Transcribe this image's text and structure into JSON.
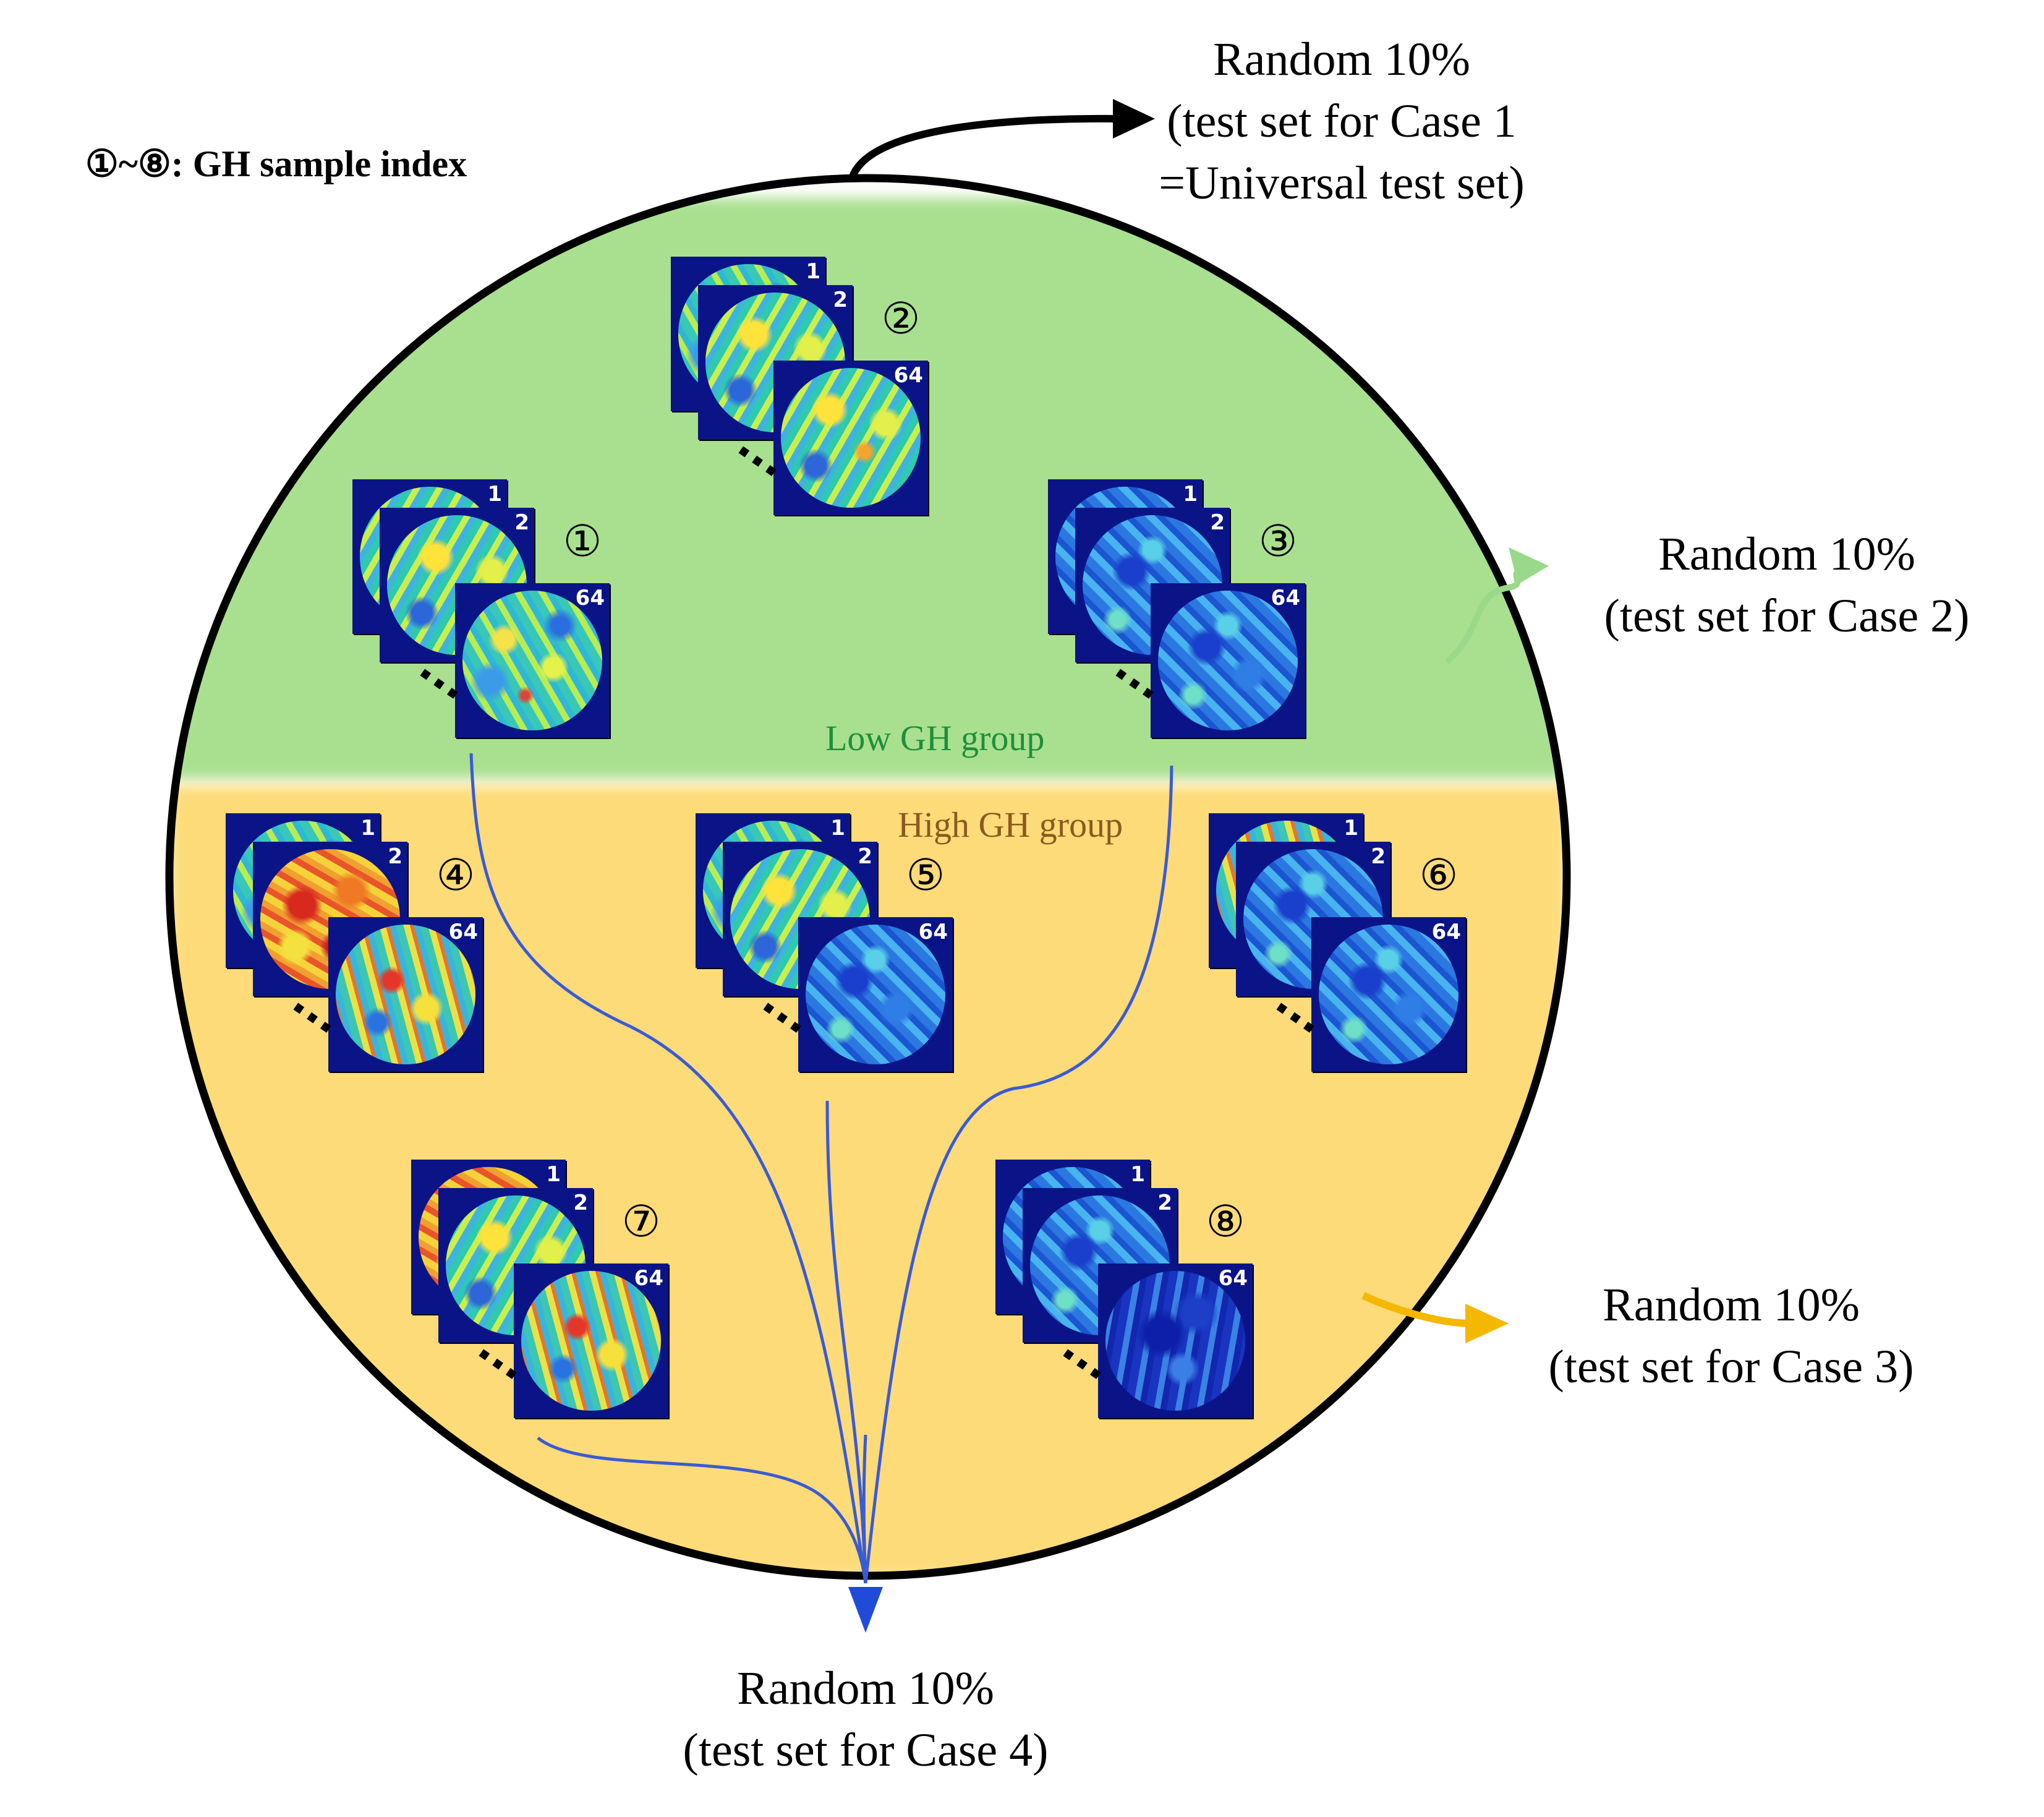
{
  "legend": {
    "text": "①~⑧: GH sample index"
  },
  "groups": {
    "low": {
      "label": "Low GH group",
      "color": "#1f8f3a",
      "fill": "#a9e08f"
    },
    "high": {
      "label": "High GH group",
      "color": "#8a5a1e",
      "fill": "#fddb79"
    }
  },
  "captions": {
    "case1": {
      "line1": "Random 10%",
      "line2": "(test set for Case 1",
      "line3": "=Universal test set)"
    },
    "case2": {
      "line1": "Random 10%",
      "line2": "(test set for Case 2)"
    },
    "case3": {
      "line1": "Random 10%",
      "line2": "(test set for Case 3)"
    },
    "case4": {
      "line1": "Random 10%",
      "line2": "(test set for Case 4)"
    }
  },
  "arrow_colors": {
    "case1": "#000000",
    "case2": "#9ad98a",
    "case3": "#f5b800",
    "case4": "#1f4bd8"
  },
  "stack_indices": {
    "first": "1",
    "second": "2",
    "last": "64"
  },
  "samples": [
    {
      "id": "s1",
      "label": "①",
      "group": "low",
      "patterns": [
        "dist-mid",
        "dist-mid",
        "dist-low"
      ]
    },
    {
      "id": "s2",
      "label": "②",
      "group": "low",
      "patterns": [
        "dist-low",
        "dist-mid",
        "dist-mid"
      ]
    },
    {
      "id": "s3",
      "label": "③",
      "group": "low",
      "patterns": [
        "dist-blue",
        "dist-blue",
        "dist-blue"
      ]
    },
    {
      "id": "s4",
      "label": "④",
      "group": "high",
      "patterns": [
        "dist-low",
        "dist-hot",
        "dist-warm"
      ]
    },
    {
      "id": "s5",
      "label": "⑤",
      "group": "high",
      "patterns": [
        "dist-low",
        "dist-mid",
        "dist-blue"
      ]
    },
    {
      "id": "s6",
      "label": "⑥",
      "group": "high",
      "patterns": [
        "dist-warm",
        "dist-blue",
        "dist-blue"
      ]
    },
    {
      "id": "s7",
      "label": "⑦",
      "group": "high",
      "patterns": [
        "dist-hot",
        "dist-mid",
        "dist-warm"
      ]
    },
    {
      "id": "s8",
      "label": "⑧",
      "group": "high",
      "patterns": [
        "dist-blue",
        "dist-blue",
        "dist-deep"
      ]
    }
  ]
}
